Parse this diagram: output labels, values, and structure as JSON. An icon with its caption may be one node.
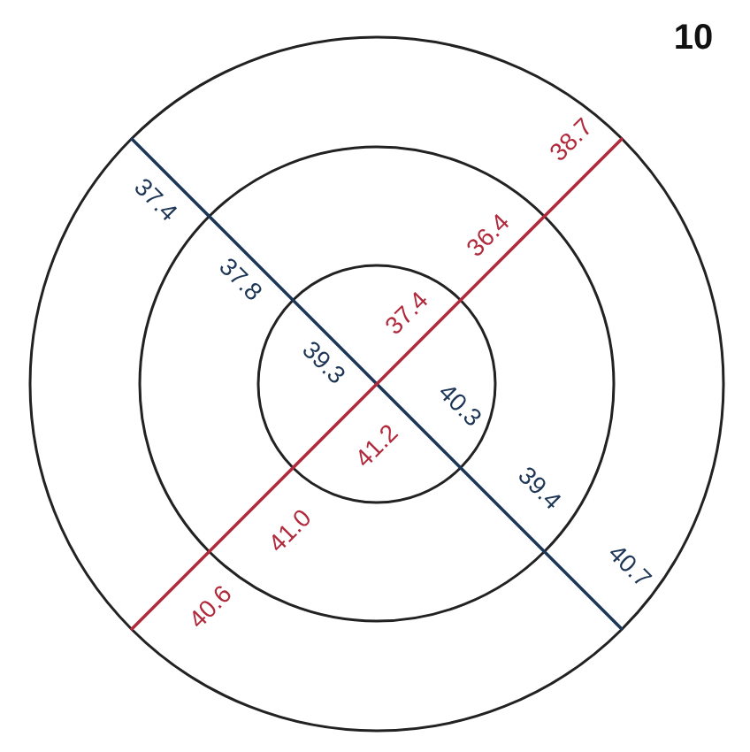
{
  "diagram": {
    "labels": [
      "10",
      "38.7",
      "37.4",
      "36.4",
      "37.8",
      "37.4",
      "39.3",
      "40.3",
      "41.2",
      "39.4",
      "41.0",
      "40.7",
      "40.6"
    ]
  }
}
